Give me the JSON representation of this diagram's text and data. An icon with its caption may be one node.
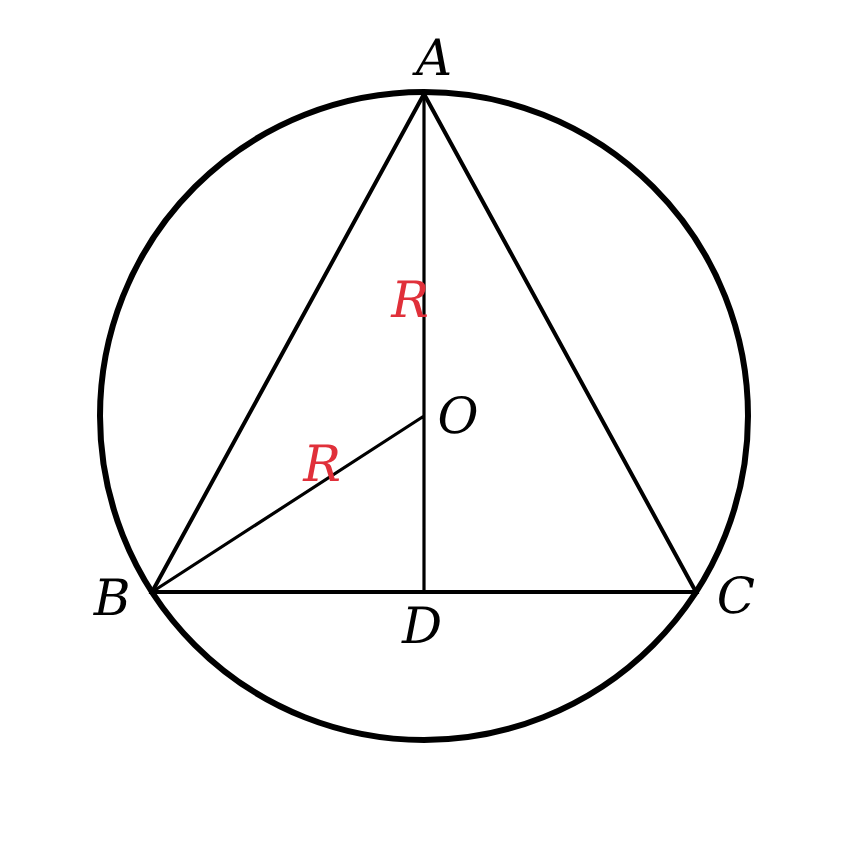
{
  "diagram": {
    "labels": [
      "A",
      "R",
      "O",
      "R",
      "B",
      "D",
      "C"
    ]
  }
}
